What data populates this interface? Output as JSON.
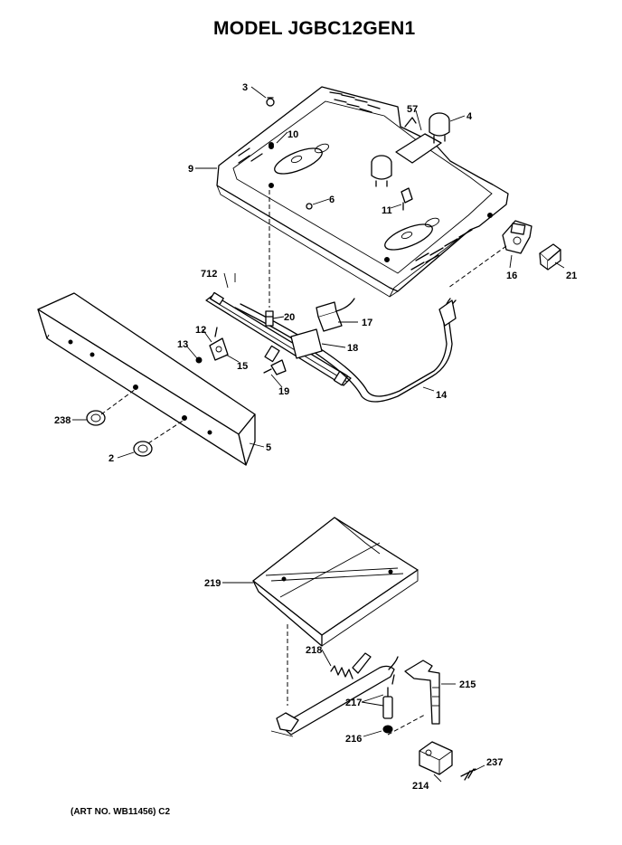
{
  "header": {
    "title": "MODEL JGBC12GEN1"
  },
  "footer": {
    "art_no": "(ART NO. WB11456) C2"
  },
  "callouts": {
    "c3": "3",
    "c57": "57",
    "c4": "4",
    "c10": "10",
    "c9": "9",
    "c6": "6",
    "c11": "11",
    "c16": "16",
    "c21": "21",
    "c712": "712",
    "c20": "20",
    "c17": "17",
    "c12": "12",
    "c13": "13",
    "c15": "15",
    "c18": "18",
    "c19": "19",
    "c14": "14",
    "c238": "238",
    "c2": "2",
    "c5": "5",
    "c219": "219",
    "c218": "218",
    "c215": "215",
    "c217": "217",
    "c216": "216",
    "c237": "237",
    "c214": "214"
  }
}
